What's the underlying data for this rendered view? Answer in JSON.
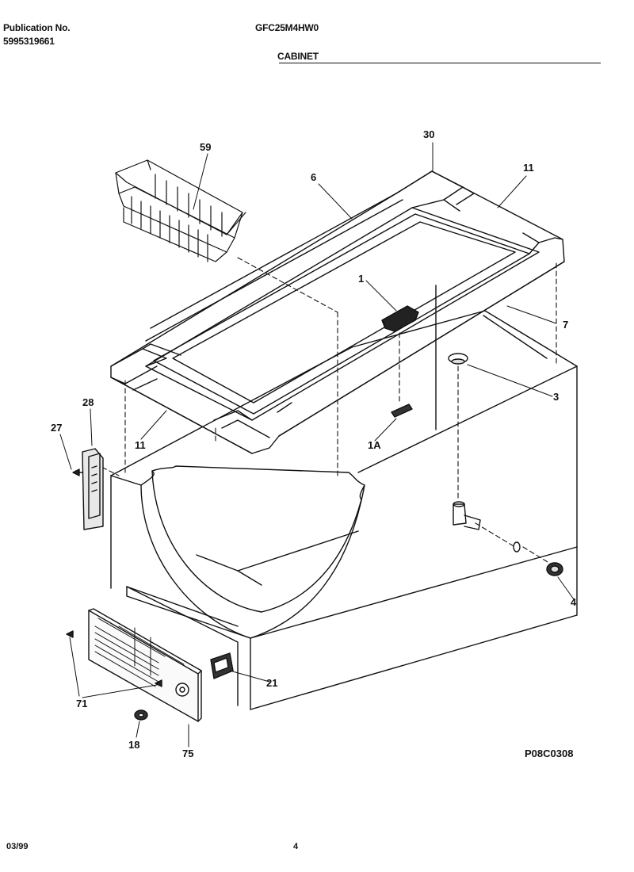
{
  "header": {
    "publication_label": "Publication No.",
    "publication_number": "5995319661",
    "model": "GFC25M4HW0",
    "section": "CABINET"
  },
  "callouts": {
    "c59": "59",
    "c30": "30",
    "c6": "6",
    "c11a": "11",
    "c11b": "11",
    "c1": "1",
    "c7": "7",
    "c3": "3",
    "c1A": "1A",
    "c28": "28",
    "c27": "27",
    "c4": "4",
    "c21": "21",
    "c71": "71",
    "c18": "18",
    "c75": "75"
  },
  "drawing_code": "P08C0308",
  "footer": {
    "date": "03/99",
    "page": "4"
  }
}
